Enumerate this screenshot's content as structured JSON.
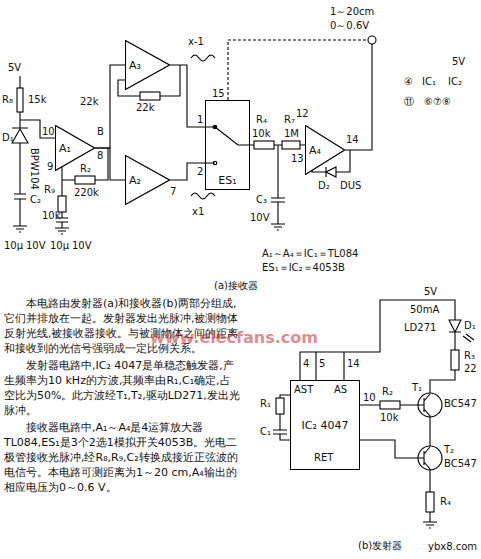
{
  "diagram": {
    "nodes": [
      {
        "text": [
          "A₁"
        ]
      },
      {
        "text": [
          "A₃"
        ]
      },
      {
        "text": [
          "A₂"
        ]
      },
      {
        "text": [
          "ES₁"
        ]
      },
      {
        "text": [
          "A₄"
        ]
      },
      {
        "text": [
          "IC₂ 4047"
        ]
      }
    ],
    "edges": [
      {
        "from": 0,
        "to": 1,
        "arrow": "none"
      },
      {
        "from": 0,
        "to": 2,
        "arrow": "none"
      },
      {
        "from": 1,
        "to": 3,
        "arrow": "none"
      },
      {
        "from": 2,
        "to": 3,
        "arrow": "none"
      },
      {
        "from": 3,
        "to": 4,
        "arrow": "none"
      }
    ],
    "labels": [
      "5V",
      "R₈",
      "15k",
      "BPW104",
      "D₁",
      "10",
      "9",
      "8",
      "B",
      "22k",
      "220k",
      "R₉",
      "10k",
      "R₂",
      "C₂",
      "10μ",
      "10V",
      "10μ",
      "10V",
      "22k",
      "x-1",
      "x1",
      "7",
      "15",
      "1",
      "2",
      "R₄",
      "10k",
      "R₇",
      "1M",
      "C₃",
      "10V",
      "13",
      "12",
      "14",
      "D₂",
      "DUS",
      "A₁～A₄＝IC₁＝TL084",
      "ES₁＝IC₂＝4053B",
      "1～20cm",
      "0～0.6V",
      "5V",
      "④",
      "IC₁",
      "IC₂",
      "⑪",
      "⑥⑦⑧",
      "(a)接收器",
      "本电路由发射器(a)和接收器(b)两部分组成,它们并排放在一起。发射器发出光脉冲,被测物体反射光线,被接收器接收。与被测物体之间的距离和接收到的光信号强弱成一定比例关系。",
      "发射器电路中,IC₂ 4047是单稳态触发器,产生频率为10 kHz的方波,其频率由R₁,C₁确定,占空比为50%。此方波经T₁,T₂,驱动LD271,发出光脉冲。",
      "接收器电路中,A₁～A₄是4运算放大器TL084,ES₁是3个2选1模拟开关4053B。光电二极管接收光脉冲,经R₈,R₉,C₂转换成接近正弦波的电信号。本电路可测距离为1～20 cm,A₄输出的相应电压为0～0.6 V。",
      "www.elecfans.com",
      "5V",
      "50mA",
      "D₁",
      "LD271",
      "R₃",
      "22",
      "AST",
      "AS",
      "RET",
      "4",
      "5",
      "14",
      "10",
      "R₁",
      "C₁",
      "R₂",
      "10k",
      "T₁",
      "BC547",
      "T₂",
      "BC547",
      "R₄",
      "(b)发射器",
      "ybx8.com"
    ]
  }
}
